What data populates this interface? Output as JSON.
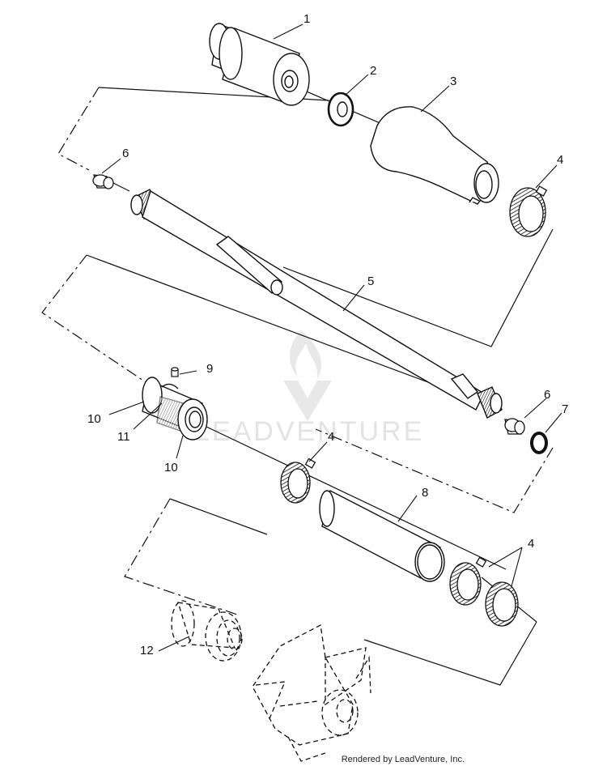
{
  "diagram": {
    "callouts": [
      "1",
      "2",
      "3",
      "4",
      "5",
      "6",
      "6",
      "7",
      "8",
      "9",
      "10",
      "10",
      "11",
      "4",
      "4",
      "12"
    ],
    "watermark": "LEADVENTURE",
    "footer": "Rendered by LeadVenture, Inc."
  },
  "colors": {
    "line": "#111111",
    "background": "#ffffff",
    "watermark": "#e3e3e3"
  }
}
